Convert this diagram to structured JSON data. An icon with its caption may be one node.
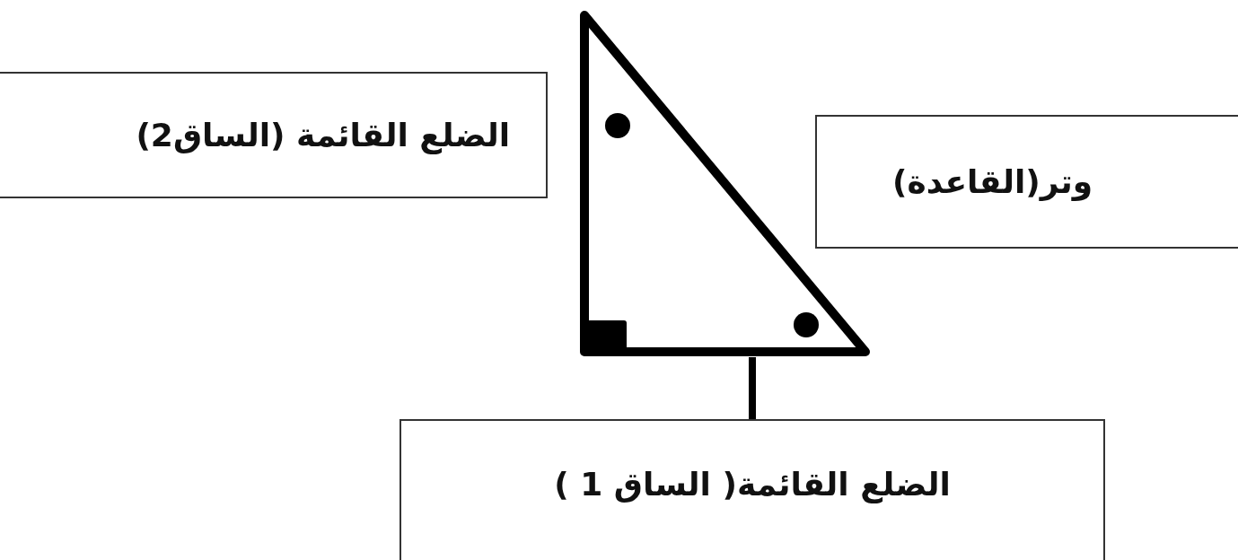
{
  "diagram": {
    "nodes": [
      {
        "text": [
          "الضلع القائمة (الساق2)"
        ]
      },
      {
        "text": [],
        "shape": "triangle"
      },
      {
        "text": [
          "وتر(القاعدة)"
        ]
      },
      {
        "text": [
          "الضلع القائمة( الساق 1 )"
        ]
      }
    ],
    "edges": [
      {
        "from": 3,
        "to": 1,
        "arrow": "none"
      }
    ]
  }
}
